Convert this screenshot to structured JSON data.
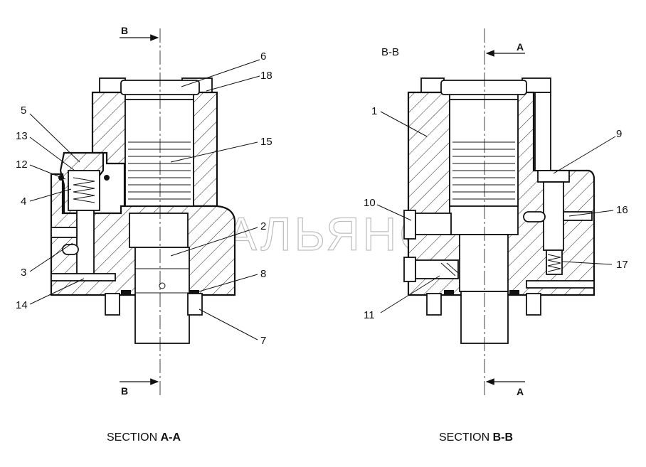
{
  "watermark": "АВТОАЛЬЯНС",
  "section_aa": {
    "caption_prefix": "SECTION ",
    "caption_bold": "A-A",
    "cut_label_top": "B",
    "cut_label_bottom": "B",
    "callouts": [
      "6",
      "18",
      "5",
      "13",
      "15",
      "12",
      "4",
      "2",
      "3",
      "8",
      "14",
      "7"
    ]
  },
  "section_bb": {
    "view_label": "B-B",
    "caption_prefix": "SECTION ",
    "caption_bold": "B-B",
    "cut_label_top": "A",
    "cut_label_bottom": "A",
    "callouts": [
      "1",
      "9",
      "10",
      "16",
      "17",
      "11"
    ]
  }
}
